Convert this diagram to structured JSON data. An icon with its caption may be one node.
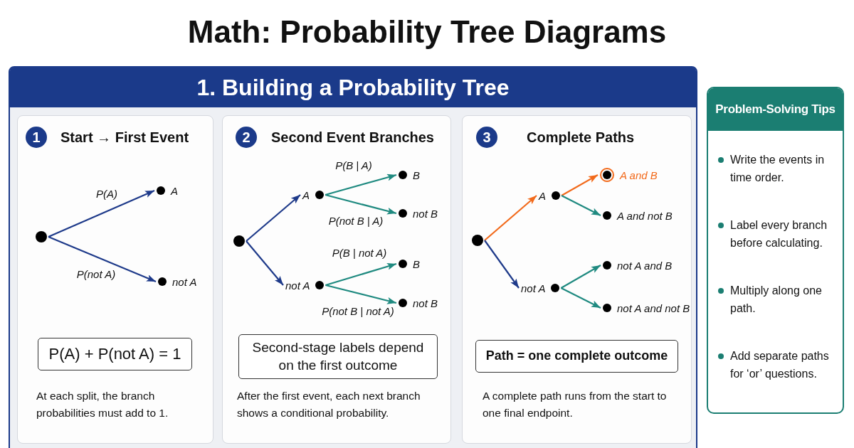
{
  "diagram": {
    "title": "Math: Probability Tree Diagrams",
    "nodes": [
      {
        "text": [
          "1. Building a Probability Tree"
        ]
      },
      {
        "text": [
          "Start → First Event",
          "At each split, the branch probabilities must add to 1."
        ],
        "in": 0
      },
      {
        "text": [
          "1"
        ],
        "in": 1
      },
      {
        "text": [],
        "shape": "circle",
        "in": 1
      },
      {
        "text": [],
        "shape": "circle",
        "beside": [
          "A"
        ],
        "in": 1
      },
      {
        "text": [],
        "shape": "circle",
        "beside": [
          "not A"
        ],
        "in": 1
      },
      {
        "text": [
          "P(A) + P(not A) = 1"
        ],
        "in": 1
      },
      {
        "text": [
          "Second Event Branches",
          "After the first event, each next branch shows a conditional probability."
        ],
        "in": 0
      },
      {
        "text": [
          "2"
        ],
        "in": 7
      },
      {
        "text": [],
        "shape": "circle",
        "in": 7
      },
      {
        "text": [],
        "shape": "circle",
        "beside": [
          "A"
        ],
        "in": 7
      },
      {
        "text": [],
        "shape": "circle",
        "beside": [
          "B"
        ],
        "in": 7
      },
      {
        "text": [],
        "shape": "circle",
        "beside": [
          "not B"
        ],
        "in": 7
      },
      {
        "text": [],
        "shape": "circle",
        "beside": [
          "not A"
        ],
        "in": 7
      },
      {
        "text": [],
        "shape": "circle",
        "beside": [
          "B"
        ],
        "in": 7
      },
      {
        "text": [],
        "shape": "circle",
        "beside": [
          "not B"
        ],
        "in": 7
      },
      {
        "text": [
          "Second-stage labels depend on the first outcome"
        ],
        "in": 7
      },
      {
        "text": [
          "Complete Paths",
          "A complete path runs from the start to one final endpoint."
        ],
        "in": 0
      },
      {
        "text": [
          "3"
        ],
        "in": 17
      },
      {
        "text": [],
        "shape": "circle",
        "in": 17
      },
      {
        "text": [],
        "shape": "circle",
        "beside": [
          "A"
        ],
        "in": 17
      },
      {
        "text": [],
        "shape": "circle",
        "beside": [
          "A and B"
        ],
        "in": 17
      },
      {
        "text": [],
        "shape": "circle",
        "beside": [
          "A and not B"
        ],
        "in": 17
      },
      {
        "text": [],
        "shape": "circle",
        "beside": [
          "not A"
        ],
        "in": 17
      },
      {
        "text": [],
        "shape": "circle",
        "beside": [
          "not A and B"
        ],
        "in": 17
      },
      {
        "text": [],
        "shape": "circle",
        "beside": [
          "not A and not B"
        ],
        "in": 17
      },
      {
        "text": [
          "Path = one complete outcome"
        ],
        "in": 17
      },
      {
        "text": [
          "Problem-Solving Tips",
          "Write the events in time order.",
          "Label every branch before calculating.",
          "Multiply along one path.",
          "Add separate paths for ‘or’ questions."
        ]
      }
    ],
    "edges": [
      {
        "from": 3,
        "to": 4,
        "arrow": "to",
        "label": "P(A)",
        "color": "#1e3a8a"
      },
      {
        "from": 3,
        "to": 5,
        "arrow": "to",
        "label": "P(not A)",
        "color": "#1e3a8a"
      },
      {
        "from": 9,
        "to": 10,
        "arrow": "to",
        "color": "#1e3a8a"
      },
      {
        "from": 9,
        "to": 13,
        "arrow": "to",
        "color": "#1e3a8a"
      },
      {
        "from": 10,
        "to": 11,
        "arrow": "to",
        "label": "P(B | A)"
      },
      {
        "from": 10,
        "to": 12,
        "arrow": "to",
        "label": "P(not B | A)"
      },
      {
        "from": 13,
        "to": 14,
        "arrow": "to",
        "label": "P(B | not A)"
      },
      {
        "from": 13,
        "to": 15,
        "arrow": "to",
        "label": "P(not B | not A)"
      },
      {
        "from": 19,
        "to": 20,
        "arrow": "to",
        "color": "#f26a1b"
      },
      {
        "from": 19,
        "to": 23,
        "arrow": "to",
        "color": "#1e3a8a"
      },
      {
        "from": 20,
        "to": 21,
        "arrow": "to",
        "color": "#f26a1b"
      },
      {
        "from": 20,
        "to": 22,
        "arrow": "to"
      },
      {
        "from": 23,
        "to": 24,
        "arrow": "to"
      },
      {
        "from": 23,
        "to": 25,
        "arrow": "to"
      }
    ]
  }
}
